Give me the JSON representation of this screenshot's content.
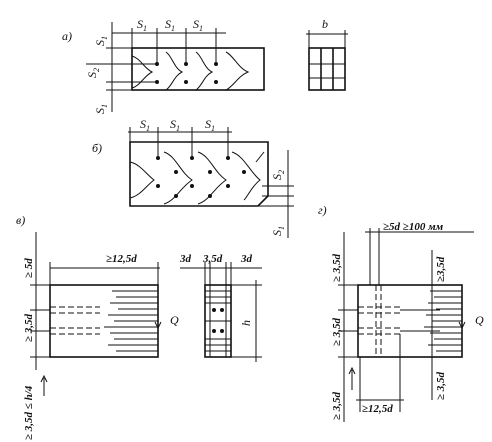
{
  "panels": {
    "a": "а)",
    "b": "б)",
    "v": "в)",
    "g": "г)"
  },
  "a": {
    "s1_top": [
      "S",
      "S",
      "S"
    ],
    "sub1": "1",
    "s2_left": "S",
    "sub2": "2",
    "s1_left_top": "S",
    "s1_left_bot": "S",
    "section_b": "b"
  },
  "b": {
    "s1_top": [
      "S",
      "S",
      "S"
    ],
    "sub1": "1",
    "s2_right": "S",
    "sub2": "2",
    "s1_right": "S"
  },
  "v": {
    "dim_left_top": "≥ 5d",
    "dim_left_mid": "≥ 3,5d",
    "dim_left_bot": "≥ 3,5d ≤ h/4",
    "dim_top": "≥12,5d",
    "load": "Q",
    "sec_3d_left": "3d",
    "sec_35d": "3,5d",
    "sec_3d_right": "3d",
    "sec_h": "h"
  },
  "g": {
    "dim_top": "≥5d ≥100 мм",
    "dim_left_top": "≥ 3,5d",
    "dim_left_mid": "≥ 3,5d",
    "dim_left_bot": "≥ 3,5d",
    "dim_right_top": "≥3,5d",
    "dim_right_bot": "≥ 3,5d",
    "dim_bottom": "≥12,5d",
    "load": "Q"
  }
}
